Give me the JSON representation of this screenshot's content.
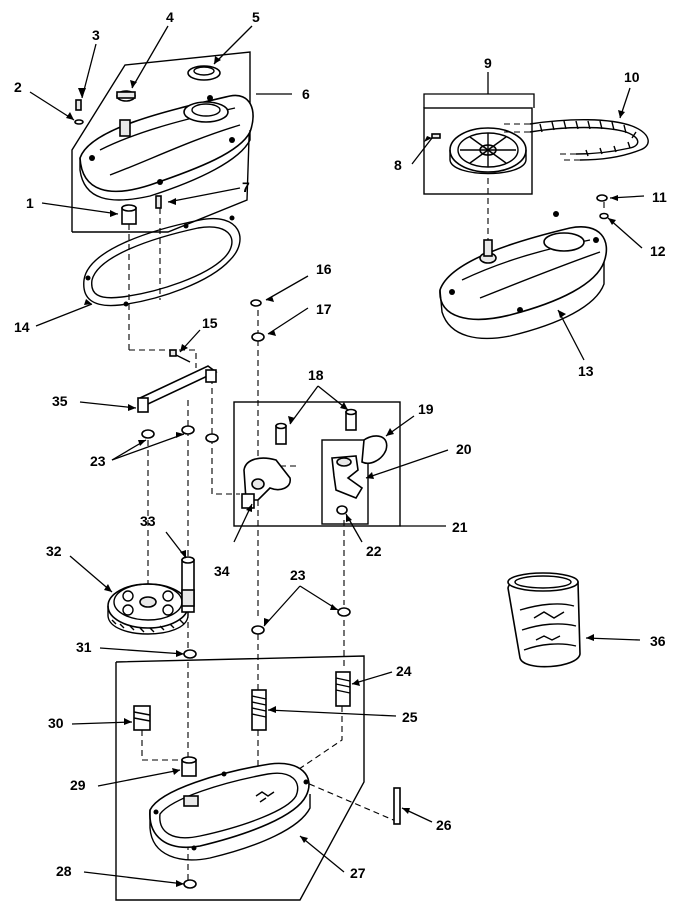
{
  "diagram": {
    "callouts": [
      {
        "id": "c1",
        "label": "1"
      },
      {
        "id": "c2",
        "label": "2"
      },
      {
        "id": "c3",
        "label": "3"
      },
      {
        "id": "c4",
        "label": "4"
      },
      {
        "id": "c5",
        "label": "5"
      },
      {
        "id": "c6",
        "label": "6"
      },
      {
        "id": "c7",
        "label": "7"
      },
      {
        "id": "c8",
        "label": "8"
      },
      {
        "id": "c9",
        "label": "9"
      },
      {
        "id": "c10",
        "label": "10"
      },
      {
        "id": "c11",
        "label": "11"
      },
      {
        "id": "c12",
        "label": "12"
      },
      {
        "id": "c13",
        "label": "13"
      },
      {
        "id": "c14",
        "label": "14"
      },
      {
        "id": "c15",
        "label": "15"
      },
      {
        "id": "c16",
        "label": "16"
      },
      {
        "id": "c17",
        "label": "17"
      },
      {
        "id": "c18",
        "label": "18"
      },
      {
        "id": "c19",
        "label": "19"
      },
      {
        "id": "c20",
        "label": "20"
      },
      {
        "id": "c21",
        "label": "21"
      },
      {
        "id": "c22",
        "label": "22"
      },
      {
        "id": "c23a",
        "label": "23"
      },
      {
        "id": "c23b",
        "label": "23"
      },
      {
        "id": "c24",
        "label": "24"
      },
      {
        "id": "c25",
        "label": "25"
      },
      {
        "id": "c26",
        "label": "26"
      },
      {
        "id": "c27",
        "label": "27"
      },
      {
        "id": "c28",
        "label": "28"
      },
      {
        "id": "c29",
        "label": "29"
      },
      {
        "id": "c30",
        "label": "30"
      },
      {
        "id": "c31",
        "label": "31"
      },
      {
        "id": "c32",
        "label": "32"
      },
      {
        "id": "c33",
        "label": "33"
      },
      {
        "id": "c34",
        "label": "34"
      },
      {
        "id": "c35",
        "label": "35"
      },
      {
        "id": "c36",
        "label": "36"
      }
    ]
  }
}
